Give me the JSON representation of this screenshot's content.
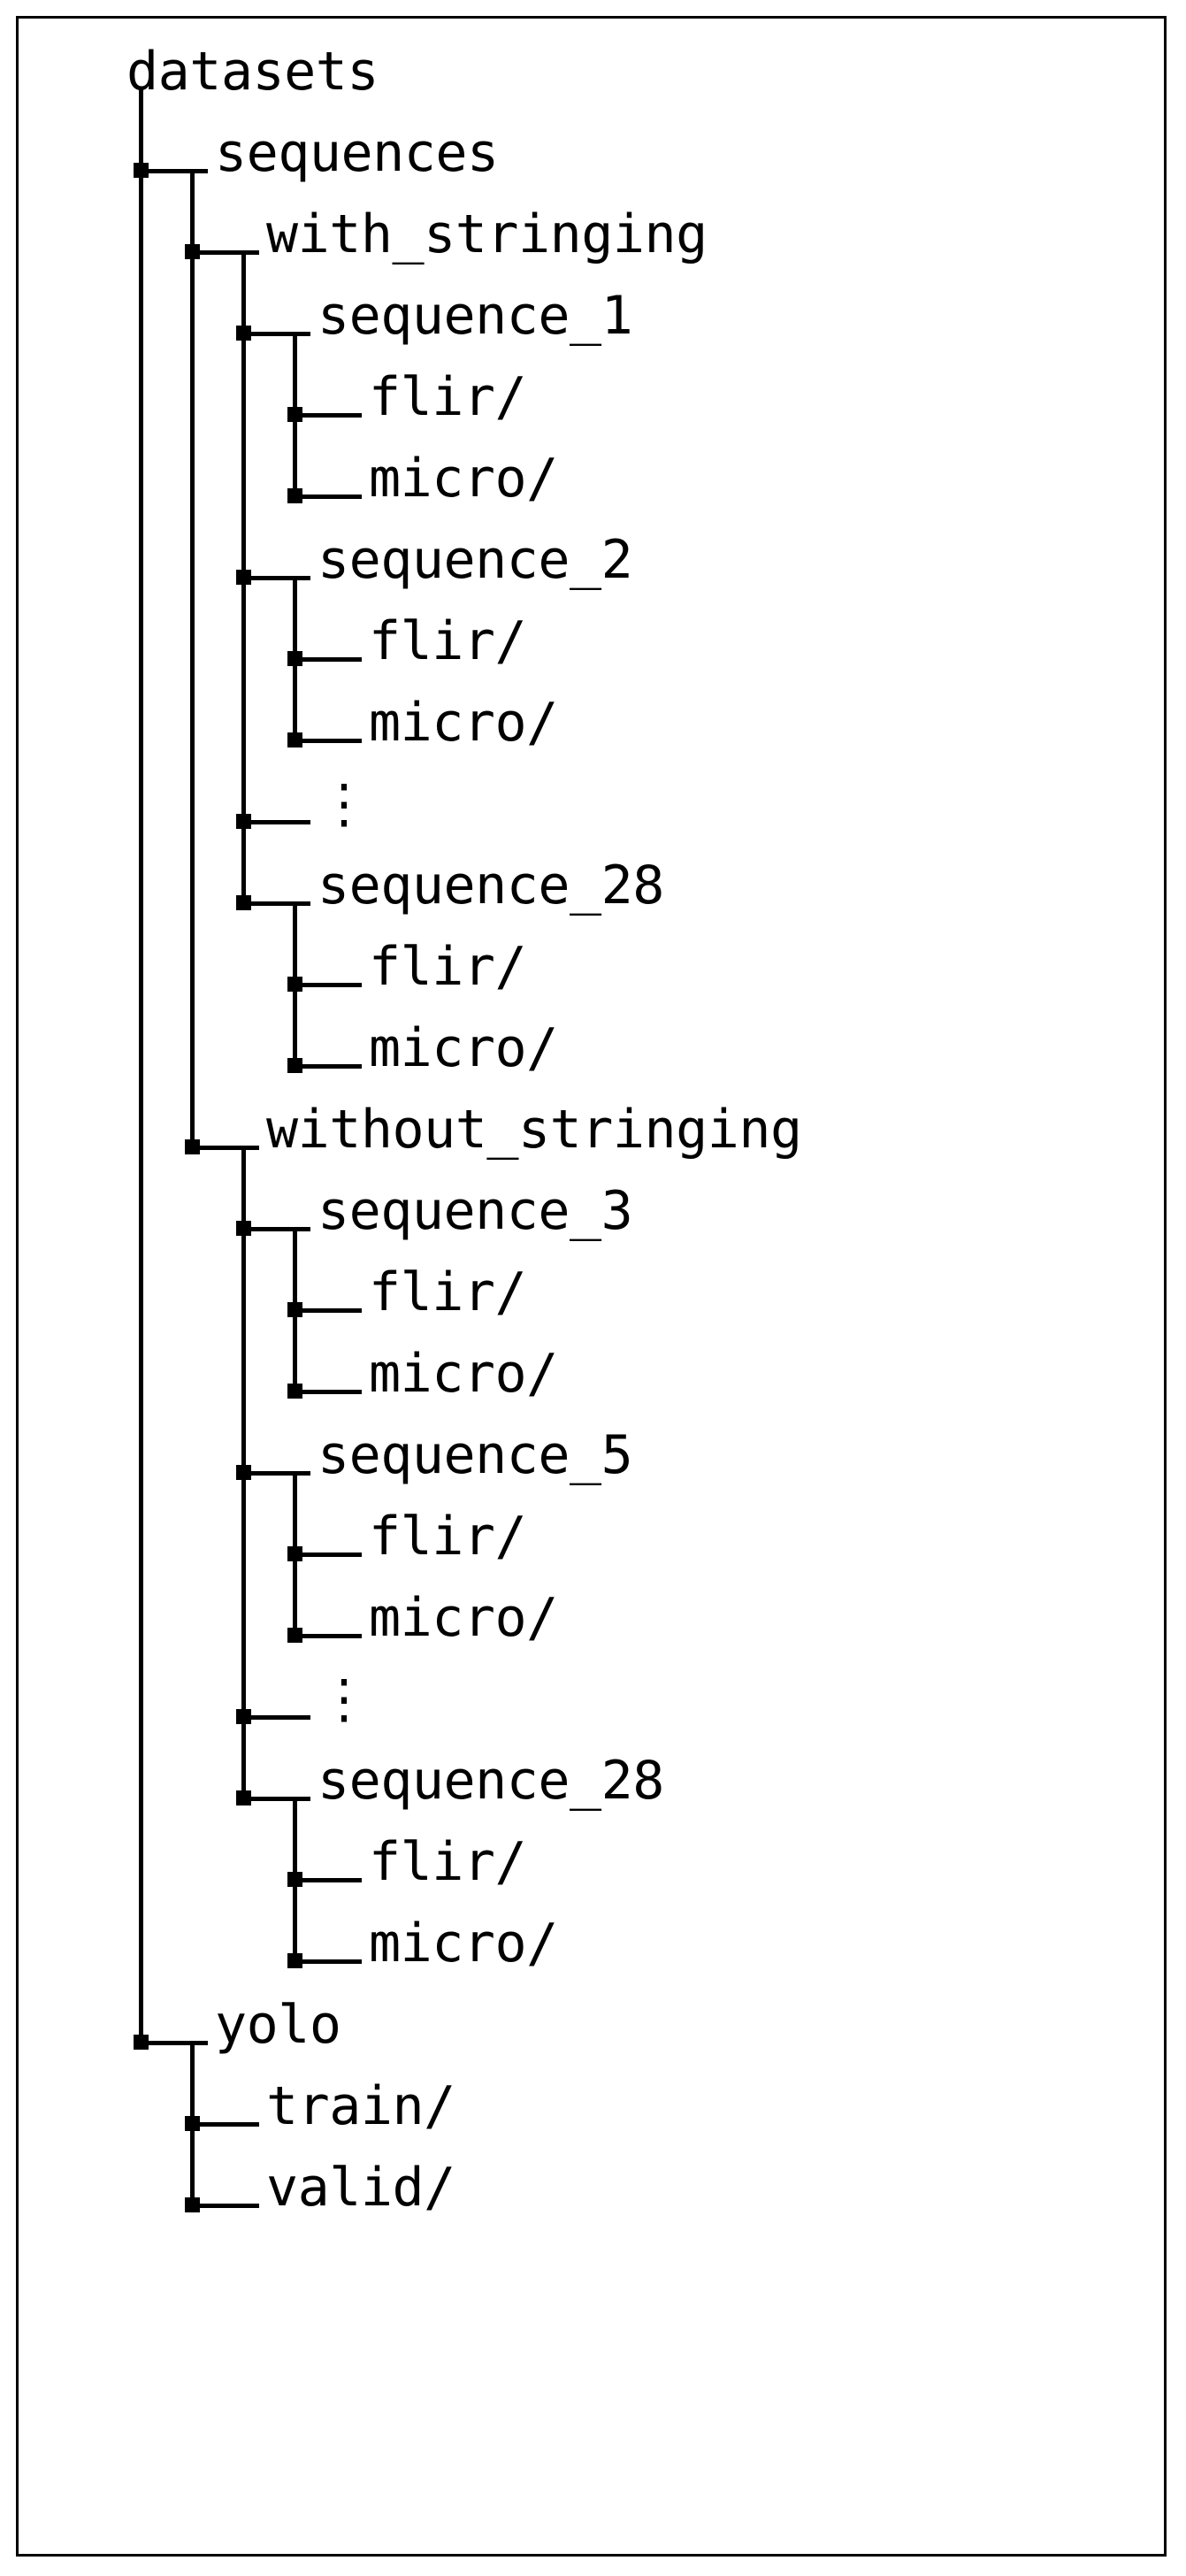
{
  "figure": {
    "type": "directory-tree",
    "root_label": "datasets",
    "border_color": "#000000",
    "text_color": "#000000",
    "background_color": "#ffffff",
    "ellipsis_glyph": "⋮"
  },
  "tree": {
    "nodes": [
      {
        "id": "n0",
        "label": "datasets",
        "depth": 0,
        "connector": "none"
      },
      {
        "id": "n1",
        "label": "sequences",
        "depth": 1,
        "connector": "tee"
      },
      {
        "id": "n2",
        "label": "with_stringing",
        "depth": 2,
        "connector": "tee"
      },
      {
        "id": "n3",
        "label": "sequence_1",
        "depth": 3,
        "connector": "tee"
      },
      {
        "id": "n4",
        "label": "flir/",
        "depth": 4,
        "connector": "tee"
      },
      {
        "id": "n5",
        "label": "micro/",
        "depth": 4,
        "connector": "elbow"
      },
      {
        "id": "n6",
        "label": "sequence_2",
        "depth": 3,
        "connector": "tee"
      },
      {
        "id": "n7",
        "label": "flir/",
        "depth": 4,
        "connector": "tee"
      },
      {
        "id": "n8",
        "label": "micro/",
        "depth": 4,
        "connector": "elbow"
      },
      {
        "id": "n9",
        "label": "⋮",
        "depth": 3,
        "connector": "tee",
        "ellipsis": true
      },
      {
        "id": "n10",
        "label": "sequence_28",
        "depth": 3,
        "connector": "elbow"
      },
      {
        "id": "n11",
        "label": "flir/",
        "depth": 4,
        "connector": "tee"
      },
      {
        "id": "n12",
        "label": "micro/",
        "depth": 4,
        "connector": "elbow"
      },
      {
        "id": "n13",
        "label": "without_stringing",
        "depth": 2,
        "connector": "elbow"
      },
      {
        "id": "n14",
        "label": "sequence_3",
        "depth": 3,
        "connector": "tee"
      },
      {
        "id": "n15",
        "label": "flir/",
        "depth": 4,
        "connector": "tee"
      },
      {
        "id": "n16",
        "label": "micro/",
        "depth": 4,
        "connector": "elbow"
      },
      {
        "id": "n17",
        "label": "sequence_5",
        "depth": 3,
        "connector": "tee"
      },
      {
        "id": "n18",
        "label": "flir/",
        "depth": 4,
        "connector": "tee"
      },
      {
        "id": "n19",
        "label": "micro/",
        "depth": 4,
        "connector": "elbow"
      },
      {
        "id": "n20",
        "label": "⋮",
        "depth": 3,
        "connector": "tee",
        "ellipsis": true
      },
      {
        "id": "n21",
        "label": "sequence_28",
        "depth": 3,
        "connector": "elbow"
      },
      {
        "id": "n22",
        "label": "flir/",
        "depth": 4,
        "connector": "tee"
      },
      {
        "id": "n23",
        "label": "micro/",
        "depth": 4,
        "connector": "elbow"
      },
      {
        "id": "n24",
        "label": "yolo",
        "depth": 1,
        "connector": "elbow"
      },
      {
        "id": "n25",
        "label": "train/",
        "depth": 2,
        "connector": "tee"
      },
      {
        "id": "n26",
        "label": "valid/",
        "depth": 2,
        "connector": "elbow"
      }
    ]
  }
}
